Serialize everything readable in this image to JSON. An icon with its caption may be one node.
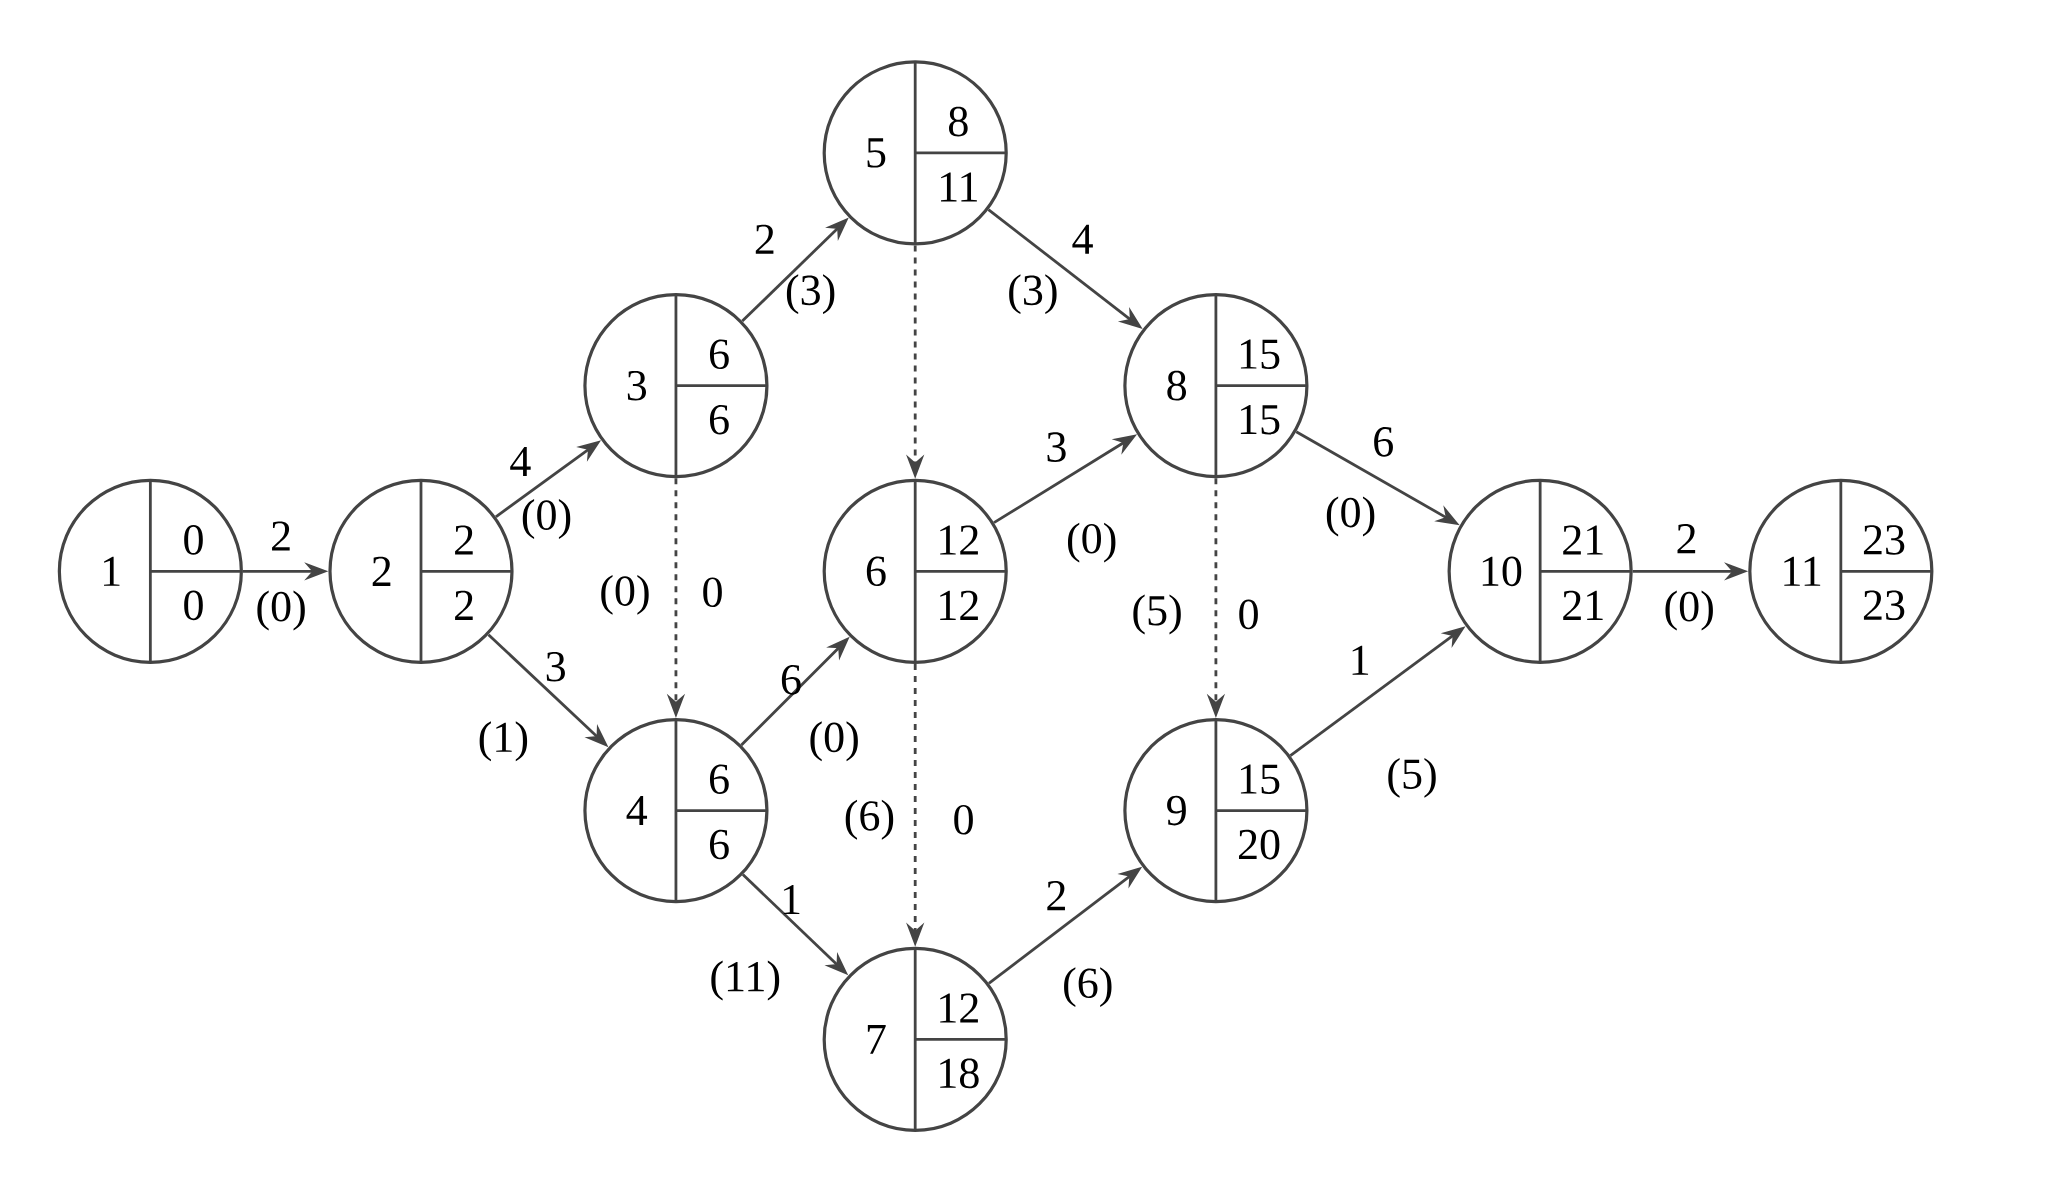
{
  "diagram": {
    "nodes": [
      {
        "text": [
          "1",
          "0",
          "0"
        ]
      },
      {
        "text": [
          "2",
          "2",
          "2"
        ]
      },
      {
        "text": [
          "3",
          "6",
          "6"
        ]
      },
      {
        "text": [
          "4",
          "6",
          "6"
        ]
      },
      {
        "text": [
          "5",
          "8",
          "11"
        ]
      },
      {
        "text": [
          "6",
          "12",
          "12"
        ]
      },
      {
        "text": [
          "7",
          "12",
          "18"
        ]
      },
      {
        "text": [
          "8",
          "15",
          "15"
        ]
      },
      {
        "text": [
          "9",
          "15",
          "20"
        ]
      },
      {
        "text": [
          "10",
          "21",
          "21"
        ]
      },
      {
        "text": [
          "11",
          "23",
          "23"
        ]
      }
    ],
    "edges": [
      {
        "from": 0,
        "to": 1,
        "arrow": "to",
        "label": "2"
      },
      {
        "from": 1,
        "to": 2,
        "arrow": "to",
        "label": "4"
      },
      {
        "from": 1,
        "to": 3,
        "arrow": "to",
        "label": "3"
      },
      {
        "from": 2,
        "to": 4,
        "arrow": "to",
        "label": "2"
      },
      {
        "from": 2,
        "to": 3,
        "arrow": "to",
        "label": "0",
        "style": "dashed"
      },
      {
        "from": 4,
        "to": 5,
        "arrow": "to",
        "style": "dashed"
      },
      {
        "from": 4,
        "to": 7,
        "arrow": "to",
        "label": "4"
      },
      {
        "from": 3,
        "to": 5,
        "arrow": "to",
        "label": "6"
      },
      {
        "from": 3,
        "to": 6,
        "arrow": "to",
        "label": "1"
      },
      {
        "from": 5,
        "to": 7,
        "arrow": "to",
        "label": "3"
      },
      {
        "from": 5,
        "to": 6,
        "arrow": "to",
        "label": "0",
        "style": "dashed"
      },
      {
        "from": 7,
        "to": 9,
        "arrow": "to",
        "label": "6"
      },
      {
        "from": 7,
        "to": 8,
        "arrow": "to",
        "label": "0",
        "style": "dashed"
      },
      {
        "from": 6,
        "to": 8,
        "arrow": "to",
        "label": "2"
      },
      {
        "from": 8,
        "to": 9,
        "arrow": "to",
        "label": "1"
      },
      {
        "from": 9,
        "to": 10,
        "arrow": "to",
        "label": "2"
      }
    ],
    "labels": [
      "(0)",
      "(0)",
      "(1)",
      "(3)",
      "(0)",
      "(3)",
      "(0)",
      "(11)",
      "(0)",
      "(6)",
      "(0)",
      "(5)",
      "(6)",
      "(5)",
      "(0)"
    ]
  }
}
